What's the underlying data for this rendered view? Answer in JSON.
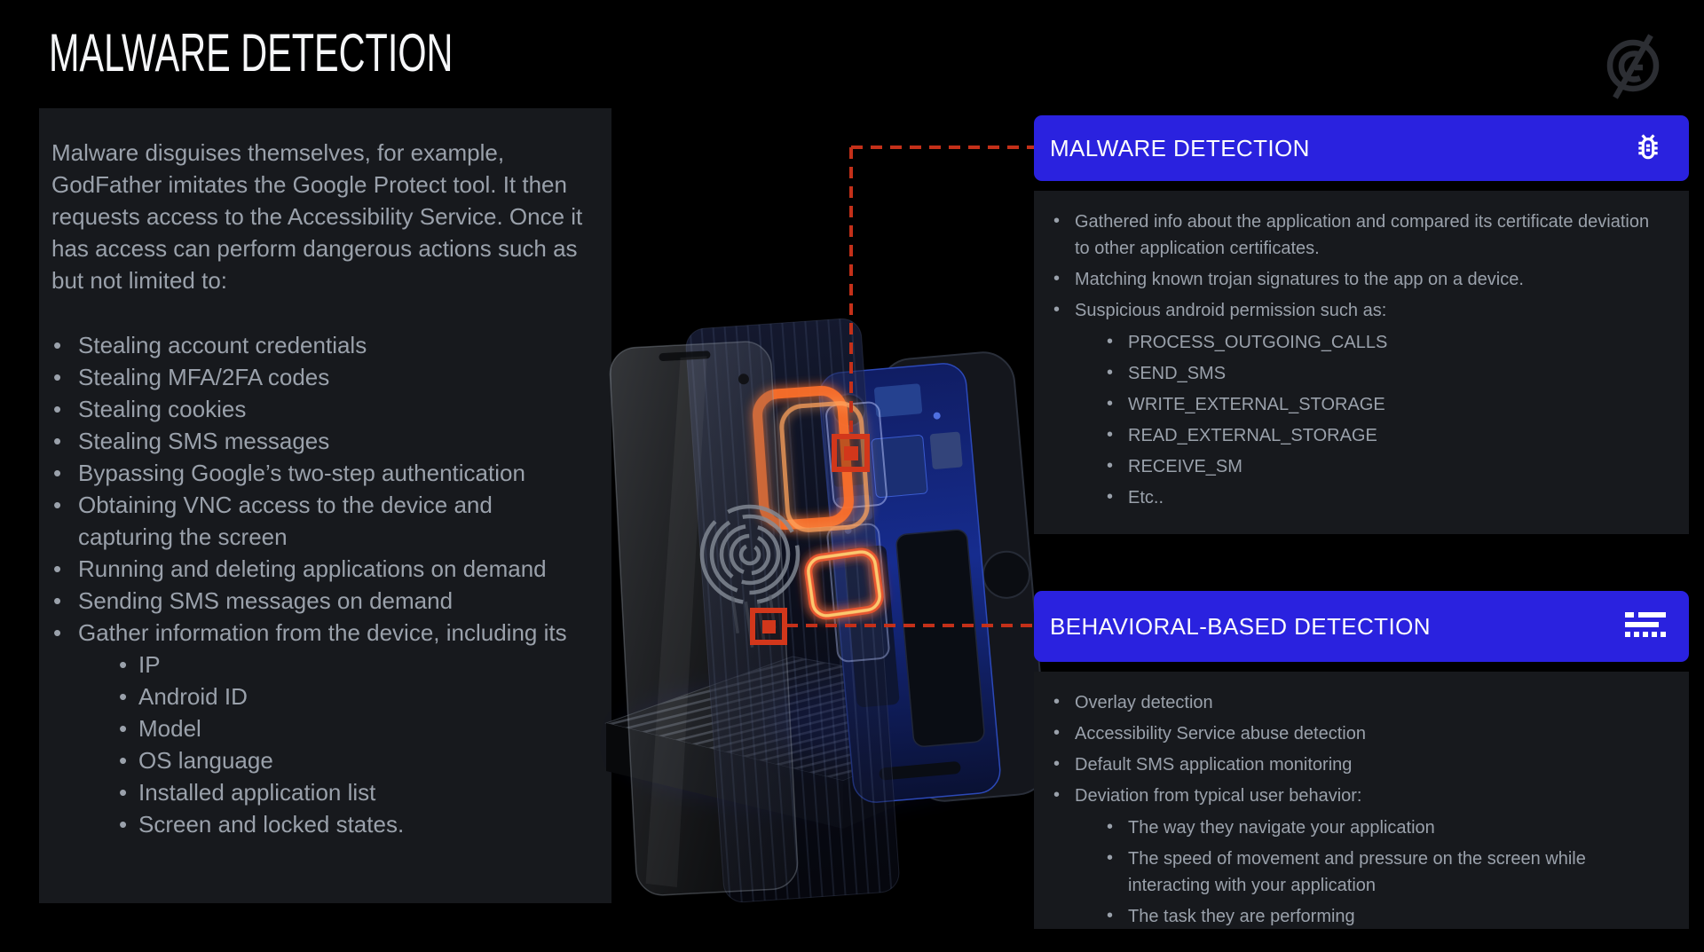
{
  "slide": {
    "title": "MALWARE DETECTION"
  },
  "colors": {
    "background": "#000000",
    "panel_bg": "#17191d",
    "body_text": "#9aa1ab",
    "accent_blue": "#2a22df",
    "accent_red": "#d2371b",
    "glow_orange": "#ff6f2c"
  },
  "left_panel": {
    "intro": "Malware disguises themselves, for example, GodFather imitates the Google Protect tool. It then requests access to the Accessibility Service. Once it has access can perform dangerous actions such as but not limited to:",
    "items": [
      {
        "text": "Stealing account credentials"
      },
      {
        "text": "Stealing MFA/2FA codes"
      },
      {
        "text": "Stealing cookies"
      },
      {
        "text": "Stealing SMS messages"
      },
      {
        "text": "Bypassing Google’s two-step authentication"
      },
      {
        "text": "Obtaining VNC access to the device and capturing the screen"
      },
      {
        "text": "Running and deleting applications on demand"
      },
      {
        "text": "Sending SMS messages on demand"
      },
      {
        "text": "Gather information from the device, including its",
        "subs": [
          "IP",
          "Android ID",
          "Model",
          "OS language",
          "Installed application list",
          "Screen and locked states."
        ]
      }
    ]
  },
  "malware_panel": {
    "title": "MALWARE DETECTION",
    "icon": "bug-icon",
    "items": [
      {
        "text": "Gathered info about the application and compared its certificate deviation to other application certificates."
      },
      {
        "text": "Matching known trojan signatures to the app on a device."
      },
      {
        "text": "Suspicious android permission such as:",
        "subs": [
          "PROCESS_OUTGOING_CALLS",
          "SEND_SMS",
          "WRITE_EXTERNAL_STORAGE",
          "READ_EXTERNAL_STORAGE",
          "RECEIVE_SM",
          "Etc.."
        ]
      }
    ]
  },
  "behavior_panel": {
    "title": "BEHAVIORAL-BASED DETECTION",
    "icon": "detection-list-icon",
    "items": [
      {
        "text": "Overlay detection"
      },
      {
        "text": "Accessibility Service abuse detection"
      },
      {
        "text": "Default SMS application monitoring"
      },
      {
        "text": "Deviation from typical user behavior:",
        "subs": [
          "The way they navigate your application",
          "The speed of movement and pressure on the screen while interacting with your application",
          "The task they are performing"
        ]
      }
    ]
  }
}
